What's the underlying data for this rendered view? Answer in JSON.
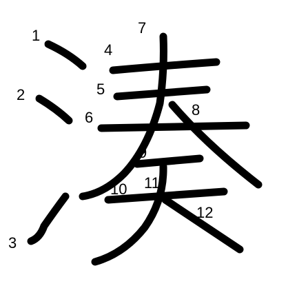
{
  "character": "湊",
  "stroke_numbers": [
    "1",
    "2",
    "3",
    "4",
    "5",
    "6",
    "7",
    "8",
    "9",
    "10",
    "11",
    "12"
  ],
  "colors": {
    "stroke": "#000000",
    "number": "#000000",
    "background": "#ffffff"
  }
}
